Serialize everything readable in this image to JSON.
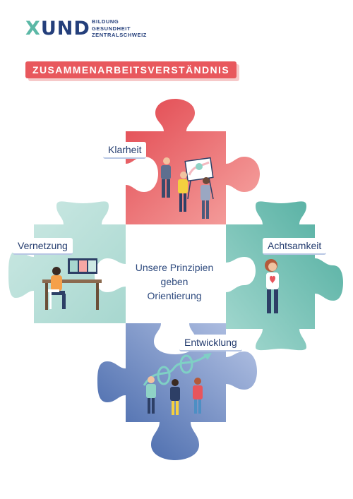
{
  "logo": {
    "brand": "UND",
    "brand_x": "X",
    "lines": [
      "BILDUNG",
      "GESUNDHEIT",
      "ZENTRALSCHWEIZ"
    ]
  },
  "banner": "ZUSAMMENARBEITSVERSTÄNDNIS",
  "center_text": [
    "Unsere Prinzipien",
    "geben",
    "Orientierung"
  ],
  "labels": {
    "top": "Klarheit",
    "left": "Vernetzung",
    "right": "Achtsamkeit",
    "bottom": "Entwicklung"
  },
  "colors": {
    "top_piece": "#e8555c",
    "left_piece": "#bfe3dc",
    "right_piece": "#6cc0b1",
    "bottom_piece": "#4d6fb3",
    "brand_navy": "#243f7b",
    "brand_teal": "#5bb8a6"
  },
  "icons": [
    "presentation-team-illustration",
    "video-call-illustration",
    "heart-person-illustration",
    "growth-team-illustration"
  ]
}
